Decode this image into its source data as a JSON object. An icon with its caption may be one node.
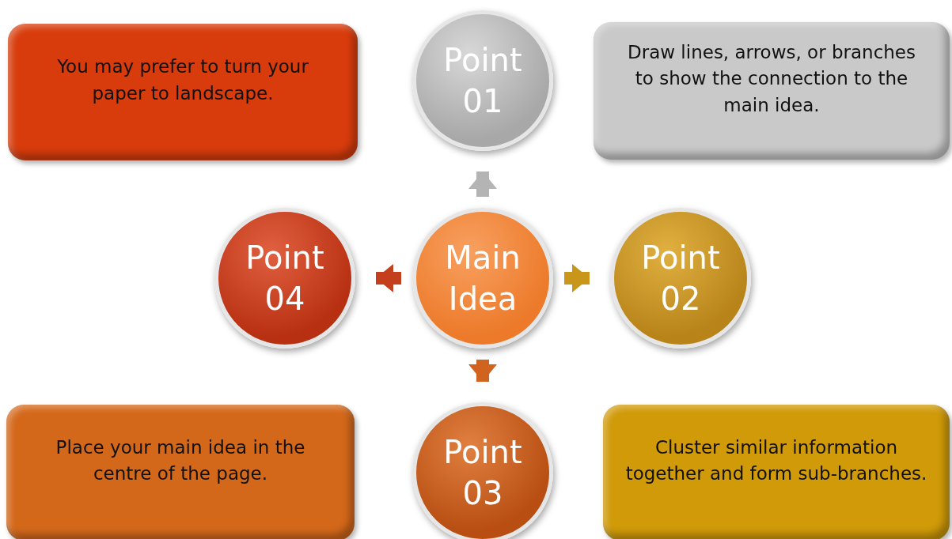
{
  "diagram": {
    "nodes": [
      {
        "text": [
          "You may prefer to turn your paper to landscape."
        ]
      },
      {
        "text": [
          "Point 01"
        ]
      },
      {
        "text": [
          "Draw lines, arrows, or branches to show the connection to the main idea."
        ]
      },
      {
        "text": [
          "Point 04"
        ]
      },
      {
        "text": [
          "Main Idea"
        ]
      },
      {
        "text": [
          "Point 02"
        ]
      },
      {
        "text": [
          "Place your main idea in the centre of the page."
        ]
      },
      {
        "text": [
          "Point 03"
        ]
      },
      {
        "text": [
          "Cluster similar information together and form sub-branches."
        ]
      }
    ],
    "edges": [
      {
        "from": 4,
        "to": 1,
        "arrow": "to",
        "color": "#b4b4b4"
      },
      {
        "from": 4,
        "to": 5,
        "arrow": "to",
        "color": "#c8961a"
      },
      {
        "from": 4,
        "to": 7,
        "arrow": "to",
        "color": "#d0641e"
      },
      {
        "from": 4,
        "to": 3,
        "arrow": "to",
        "color": "#c4401c"
      }
    ]
  }
}
